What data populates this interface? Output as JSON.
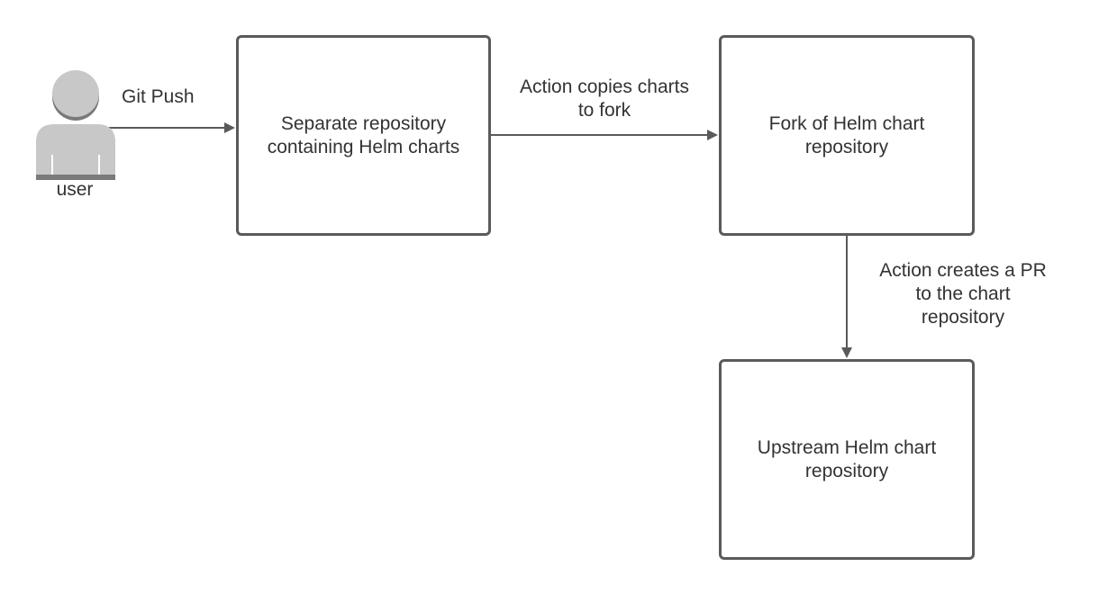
{
  "actor": {
    "label": "user"
  },
  "nodes": {
    "separate_repo": {
      "label": "Separate repository\ncontaining Helm charts"
    },
    "fork_repo": {
      "label": "Fork of Helm chart\nrepository"
    },
    "upstream_repo": {
      "label": "Upstream Helm chart\nrepository"
    }
  },
  "edges": {
    "git_push": {
      "label": "Git Push"
    },
    "copy_to_fork": {
      "label": "Action copies charts\nto fork"
    },
    "create_pr": {
      "label": "Action creates a PR\nto the chart\nrepository"
    }
  },
  "colors": {
    "stroke": "#5a5a5a",
    "user_icon_fill": "#c8c8c8",
    "user_icon_shadow": "#7a7a7a",
    "text": "#333333"
  }
}
